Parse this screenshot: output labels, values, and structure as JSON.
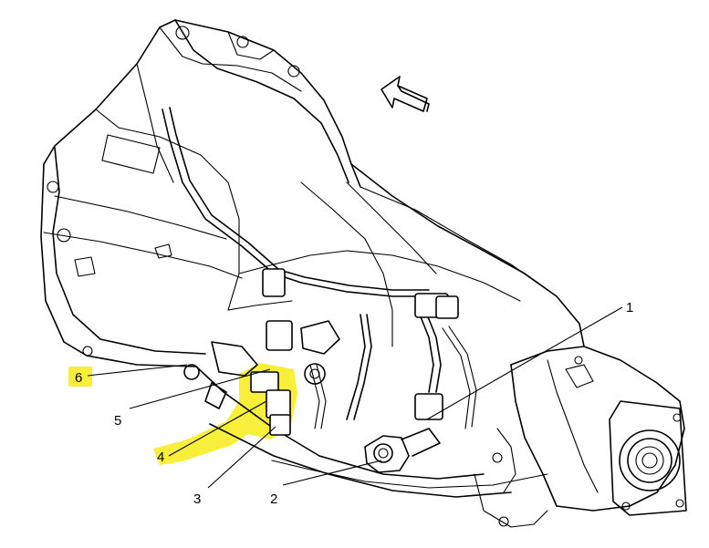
{
  "callouts": [
    {
      "id": "1",
      "label": "1",
      "highlighted": false
    },
    {
      "id": "2",
      "label": "2",
      "highlighted": false
    },
    {
      "id": "3",
      "label": "3",
      "highlighted": false
    },
    {
      "id": "4",
      "label": "4",
      "highlighted": true
    },
    {
      "id": "5",
      "label": "5",
      "highlighted": false
    },
    {
      "id": "6",
      "label": "6",
      "highlighted": true
    }
  ],
  "highlight_color": "#f7ee2a",
  "direction_arrow": "front-arrow-icon"
}
